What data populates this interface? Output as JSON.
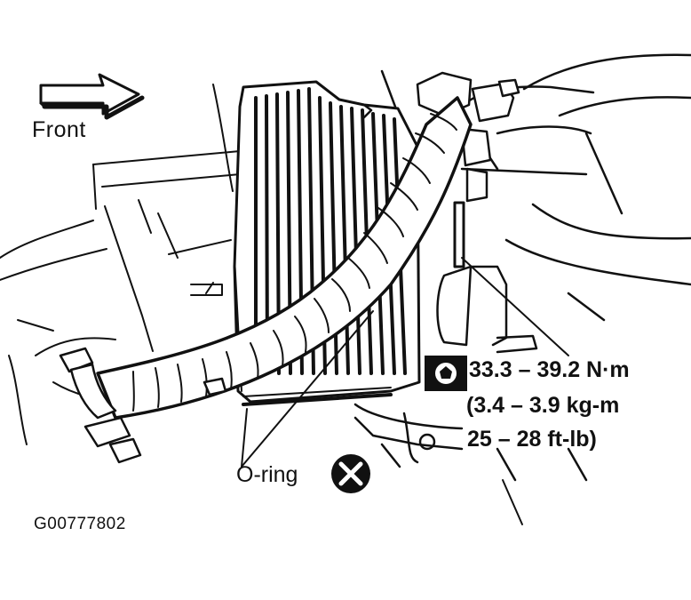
{
  "diagram": {
    "front_label": "Front",
    "torque": {
      "metric": "33.3 – 39.2 N·m",
      "kgm": "(3.4 – 3.9 kg-m",
      "ftlb": "25 – 28 ft-lb)"
    },
    "oring_label": "O-ring",
    "figure_id": "G00777802",
    "icons": {
      "front_arrow": "front-arrow-icon",
      "torque_wrench": "wrench-icon",
      "replace_part": "replace-x-icon"
    },
    "colors": {
      "ink": "#111111",
      "paper": "#ffffff"
    }
  }
}
